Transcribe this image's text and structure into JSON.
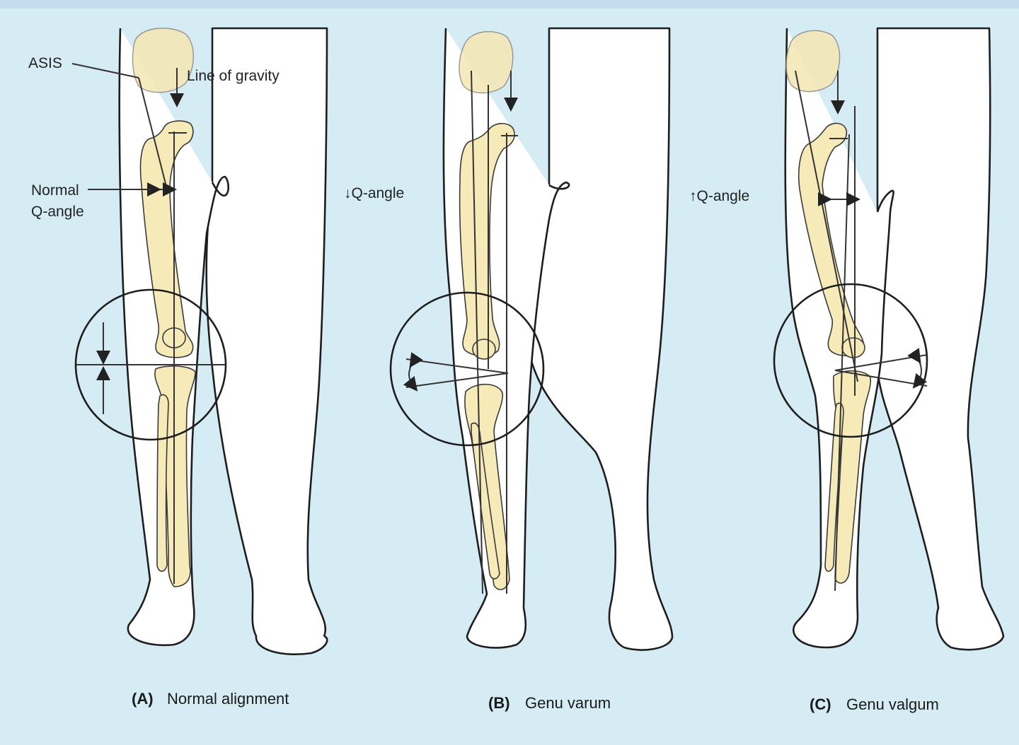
{
  "figure": {
    "background": "#d6ecf4",
    "bone_color": "#f6eab8",
    "panels": [
      {
        "letter": "(A)",
        "caption": "Normal alignment"
      },
      {
        "letter": "(B)",
        "caption": "Genu varum"
      },
      {
        "letter": "(C)",
        "caption": "Genu valgum"
      }
    ],
    "labels": {
      "asis": "ASIS",
      "line_of_gravity": "Line of gravity",
      "normal_q_angle_line1": "Normal",
      "normal_q_angle_line2": "Q-angle",
      "decreased_q_angle": "↓Q-angle",
      "increased_q_angle": "↑Q-angle"
    }
  }
}
